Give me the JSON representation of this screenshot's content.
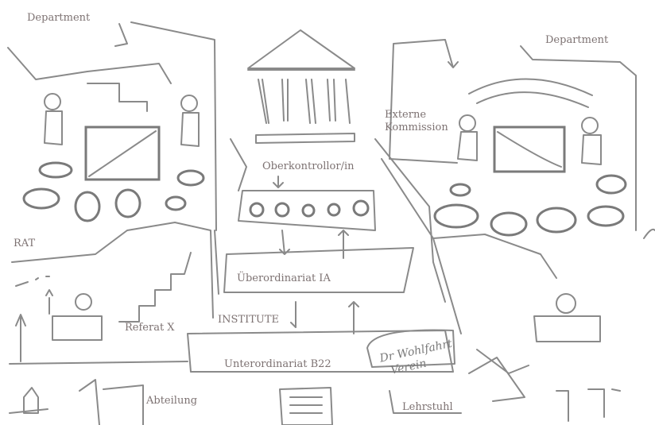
{
  "labels": {
    "department_left": "Department",
    "department_right": "Department",
    "externe_kommission": "Externe\nKommission",
    "oberkontrollor": "Oberkontrollor",
    "oberkontrollor_suffix": "/in",
    "rat": "RAT",
    "ueberordinariat": "Überordinariat IA",
    "referat": "Referat X",
    "institute": "INSTITUTE",
    "unterordinariat": "Unterordinariat B22",
    "abteilung": "Abteilung",
    "lehrstuhl": "Lehrstuhl",
    "verein_handwritten": "Dr. Wohlfahrt Verein"
  },
  "colors": {
    "stroke": "#8a8a8a",
    "text": "#7d7272"
  }
}
